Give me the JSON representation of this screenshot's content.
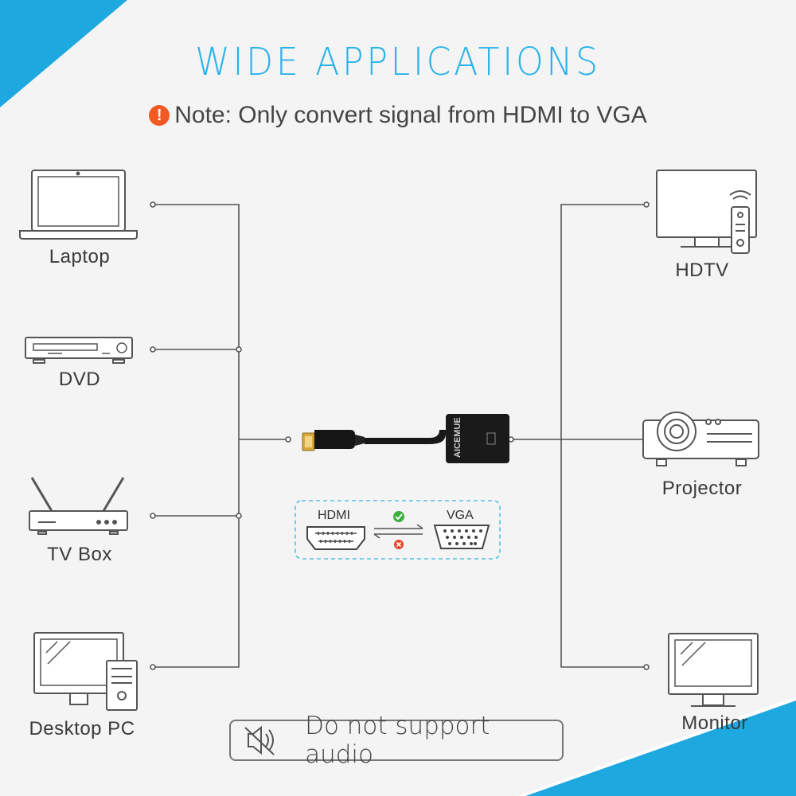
{
  "title": "WIDE APPLICATIONS",
  "note": {
    "icon": "exclamation-icon",
    "icon_glyph": "!",
    "text": "Note: Only convert signal from HDMI to VGA"
  },
  "sources": [
    {
      "label": "Laptop",
      "icon": "laptop-icon"
    },
    {
      "label": "DVD",
      "icon": "dvd-player-icon"
    },
    {
      "label": "TV Box",
      "icon": "tv-box-icon"
    },
    {
      "label": "Desktop PC",
      "icon": "desktop-pc-icon"
    }
  ],
  "displays": [
    {
      "label": "HDTV",
      "icon": "hdtv-icon"
    },
    {
      "label": "Projector",
      "icon": "projector-icon"
    },
    {
      "label": "Monitor",
      "icon": "monitor-icon"
    }
  ],
  "adapter": {
    "brand": "AICEMUE",
    "conversion": {
      "from": "HDMI",
      "to": "VGA",
      "forward_status": "supported",
      "reverse_status": "not-supported"
    }
  },
  "audio_notice": {
    "icon": "mute-speaker-icon",
    "text": "Do not support audio"
  },
  "colors": {
    "accent": "#2bb3e8",
    "warning": "#f25a23",
    "ok": "#3cae3c",
    "error": "#e8452c",
    "line": "#555555"
  }
}
